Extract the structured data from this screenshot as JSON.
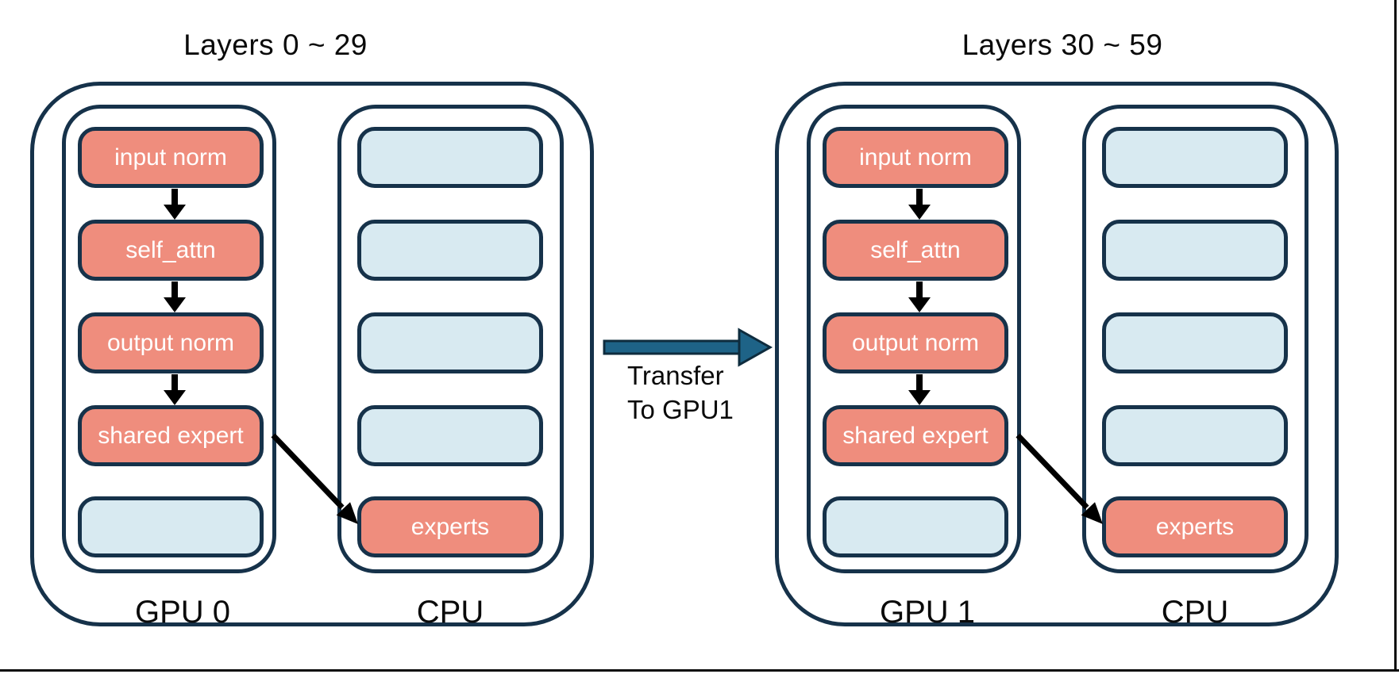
{
  "colors": {
    "outline_navy": "#16324A",
    "module_salmon": "#EF8D7D",
    "empty_light_blue": "#D8EAF1",
    "transfer_arrow_fill": "#1E6387",
    "transfer_arrow_border": "#0E2C3E",
    "flow_arrow_black": "#000000",
    "text_black": "#0A0A0A",
    "text_white": "#FFFFFF",
    "background": "#FFFFFF"
  },
  "groups": [
    {
      "title": "Layers 0 ~ 29",
      "gpu": {
        "label": "GPU 0",
        "boxes": [
          {
            "label": "input norm",
            "type": "module"
          },
          {
            "label": "self_attn",
            "type": "module"
          },
          {
            "label": "output norm",
            "type": "module"
          },
          {
            "label": "shared expert",
            "type": "module"
          },
          {
            "label": "",
            "type": "empty"
          }
        ]
      },
      "cpu": {
        "label": "CPU",
        "boxes": [
          {
            "label": "",
            "type": "empty"
          },
          {
            "label": "",
            "type": "empty"
          },
          {
            "label": "",
            "type": "empty"
          },
          {
            "label": "",
            "type": "empty"
          },
          {
            "label": "experts",
            "type": "module"
          }
        ]
      }
    },
    {
      "title": "Layers 30 ~ 59",
      "gpu": {
        "label": "GPU 1",
        "boxes": [
          {
            "label": "input norm",
            "type": "module"
          },
          {
            "label": "self_attn",
            "type": "module"
          },
          {
            "label": "output norm",
            "type": "module"
          },
          {
            "label": "shared expert",
            "type": "module"
          },
          {
            "label": "",
            "type": "empty"
          }
        ]
      },
      "cpu": {
        "label": "CPU",
        "boxes": [
          {
            "label": "",
            "type": "empty"
          },
          {
            "label": "",
            "type": "empty"
          },
          {
            "label": "",
            "type": "empty"
          },
          {
            "label": "",
            "type": "empty"
          },
          {
            "label": "experts",
            "type": "module"
          }
        ]
      }
    }
  ],
  "transfer": {
    "line1": "Transfer",
    "line2": "To GPU1"
  }
}
